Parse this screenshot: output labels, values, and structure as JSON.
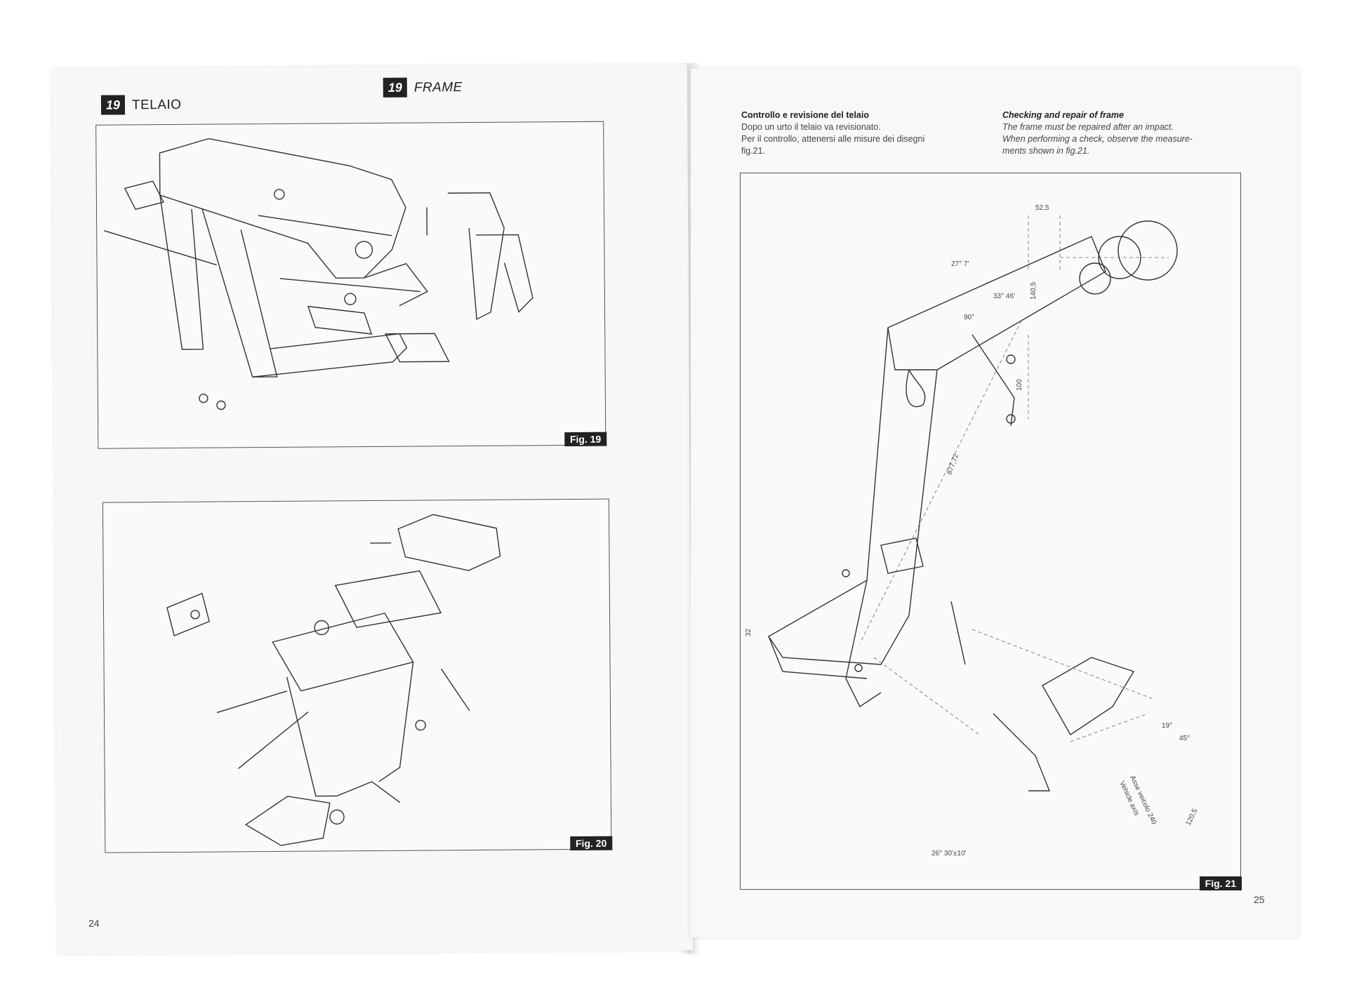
{
  "left_page": {
    "section_number_badge": "19",
    "section_title_it": "TELAIO",
    "section_title_en": "FRAME",
    "fig19_label": "Fig. 19",
    "fig20_label": "Fig. 20",
    "page_number": "24"
  },
  "right_page": {
    "it_title": "Controllo e revisione del telaio",
    "it_line1": "Dopo un urto il telaio va revisionato.",
    "it_line2": "Per il controllo, attenersi alle misure dei disegni",
    "it_line3": "fig.21.",
    "en_title": "Checking and repair of frame",
    "en_line1": "The frame must be repaired after an impact.",
    "en_line2": "When performing a check, observe the measure-",
    "en_line3": "ments shown in fig.21.",
    "fig21_label": "Fig. 21",
    "page_number": "25",
    "dimensions": {
      "d1": "52,5",
      "d2": "27° 7'",
      "d3": "33° 46'",
      "d4": "140,5",
      "d5": "90°",
      "d6": "100",
      "d7": "877,72",
      "d8": "32",
      "d9": "26° 30'±10'",
      "d10": "19°",
      "d11": "45°",
      "d12": "Asse veicolo 240",
      "d13": "Vehicle axis",
      "d14": "120,5"
    }
  }
}
